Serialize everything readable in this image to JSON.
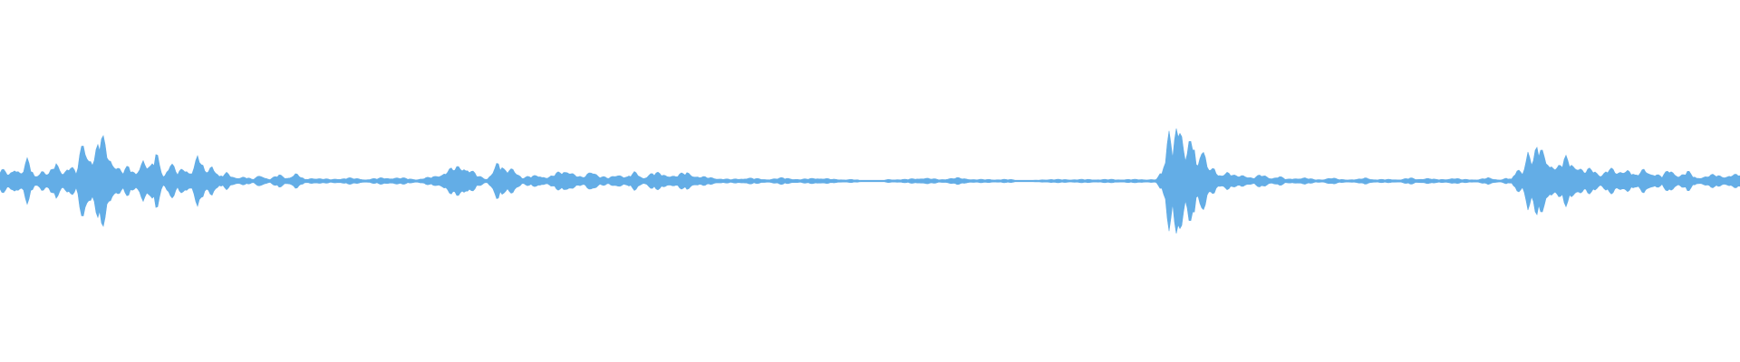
{
  "colors": {
    "background": "#ffffff",
    "waveform": "#63ade6"
  },
  "chart_data": {
    "type": "area",
    "title": "",
    "xlabel": "",
    "ylabel": "",
    "x_range": [
      0,
      1
    ],
    "amplitude_range": [
      -1,
      1
    ],
    "grid": false,
    "legend": "none",
    "series": [
      {
        "x": [
          0.0,
          0.005,
          0.008,
          0.012,
          0.016,
          0.02,
          0.024,
          0.028,
          0.032,
          0.036,
          0.04,
          0.044,
          0.048,
          0.05,
          0.054,
          0.058,
          0.062,
          0.066,
          0.07,
          0.074,
          0.078,
          0.082,
          0.086,
          0.09,
          0.094,
          0.098,
          0.102,
          0.106,
          0.11,
          0.114,
          0.118,
          0.122,
          0.126,
          0.13,
          0.135,
          0.14,
          0.145,
          0.15,
          0.155,
          0.16,
          0.165,
          0.17,
          0.175,
          0.18,
          0.19,
          0.2,
          0.21,
          0.22,
          0.23,
          0.24,
          0.25,
          0.26,
          0.268,
          0.275,
          0.28,
          0.286,
          0.29,
          0.295,
          0.3,
          0.305,
          0.31,
          0.315,
          0.32,
          0.326,
          0.33,
          0.335,
          0.34,
          0.344,
          0.35,
          0.355,
          0.36,
          0.365,
          0.37,
          0.375,
          0.38,
          0.388,
          0.395,
          0.4,
          0.41,
          0.42,
          0.43,
          0.44,
          0.45,
          0.46,
          0.47,
          0.48,
          0.49,
          0.498,
          0.5,
          0.505,
          0.51,
          0.52,
          0.53,
          0.54,
          0.55,
          0.56,
          0.57,
          0.58,
          0.59,
          0.6,
          0.61,
          0.62,
          0.63,
          0.64,
          0.65,
          0.66,
          0.665,
          0.67,
          0.672,
          0.674,
          0.676,
          0.678,
          0.68,
          0.682,
          0.684,
          0.686,
          0.688,
          0.69,
          0.692,
          0.694,
          0.696,
          0.698,
          0.7,
          0.705,
          0.71,
          0.715,
          0.72,
          0.725,
          0.73,
          0.735,
          0.74,
          0.745,
          0.75,
          0.755,
          0.76,
          0.765,
          0.77,
          0.775,
          0.78,
          0.785,
          0.79,
          0.795,
          0.8,
          0.805,
          0.81,
          0.815,
          0.82,
          0.825,
          0.83,
          0.835,
          0.84,
          0.845,
          0.85,
          0.855,
          0.86,
          0.863,
          0.866,
          0.869,
          0.872,
          0.875,
          0.878,
          0.881,
          0.884,
          0.887,
          0.89,
          0.895,
          0.9,
          0.905,
          0.91,
          0.915,
          0.92,
          0.925,
          0.93,
          0.935,
          0.94,
          0.945,
          0.95,
          0.955,
          0.96,
          0.965,
          0.97,
          0.975,
          0.98,
          0.985,
          0.99,
          0.995,
          1.0
        ],
        "amplitude": [
          0.08,
          0.05,
          0.1,
          0.04,
          0.14,
          0.03,
          0.07,
          0.04,
          0.12,
          0.06,
          0.1,
          0.05,
          0.29,
          0.2,
          0.14,
          0.3,
          0.18,
          0.12,
          0.06,
          0.09,
          0.05,
          0.15,
          0.07,
          0.19,
          0.03,
          0.12,
          0.05,
          0.09,
          0.06,
          0.17,
          0.05,
          0.12,
          0.03,
          0.05,
          0.02,
          0.03,
          0.01,
          0.04,
          0.01,
          0.04,
          0.02,
          0.05,
          0.01,
          0.02,
          0.01,
          0.02,
          0.01,
          0.02,
          0.02,
          0.01,
          0.03,
          0.08,
          0.1,
          0.03,
          0.01,
          0.13,
          0.06,
          0.09,
          0.02,
          0.03,
          0.04,
          0.02,
          0.05,
          0.08,
          0.04,
          0.02,
          0.08,
          0.03,
          0.02,
          0.05,
          0.02,
          0.06,
          0.02,
          0.05,
          0.05,
          0.03,
          0.06,
          0.03,
          0.02,
          0.01,
          0.02,
          0.01,
          0.02,
          0.01,
          0.02,
          0.01,
          0.01,
          0.0,
          0.0,
          0.0,
          0.01,
          0.01,
          0.02,
          0.01,
          0.02,
          0.01,
          0.01,
          0.01,
          0.0,
          0.01,
          0.01,
          0.01,
          0.01,
          0.01,
          0.01,
          0.01,
          0.01,
          0.12,
          0.5,
          0.2,
          0.45,
          0.3,
          0.22,
          0.15,
          0.28,
          0.32,
          0.1,
          0.24,
          0.17,
          0.1,
          0.06,
          0.09,
          0.04,
          0.06,
          0.03,
          0.04,
          0.02,
          0.04,
          0.02,
          0.03,
          0.01,
          0.02,
          0.02,
          0.01,
          0.01,
          0.02,
          0.01,
          0.01,
          0.01,
          0.02,
          0.01,
          0.01,
          0.01,
          0.01,
          0.02,
          0.01,
          0.02,
          0.01,
          0.01,
          0.02,
          0.01,
          0.01,
          0.01,
          0.02,
          0.01,
          0.01,
          0.02,
          0.01,
          0.08,
          0.06,
          0.22,
          0.12,
          0.24,
          0.18,
          0.14,
          0.08,
          0.15,
          0.12,
          0.06,
          0.08,
          0.04,
          0.08,
          0.05,
          0.09,
          0.03,
          0.08,
          0.05,
          0.03,
          0.08,
          0.03,
          0.06,
          0.02,
          0.03,
          0.04,
          0.03,
          0.04,
          0.04,
          0.04,
          0.04
        ]
      }
    ]
  }
}
